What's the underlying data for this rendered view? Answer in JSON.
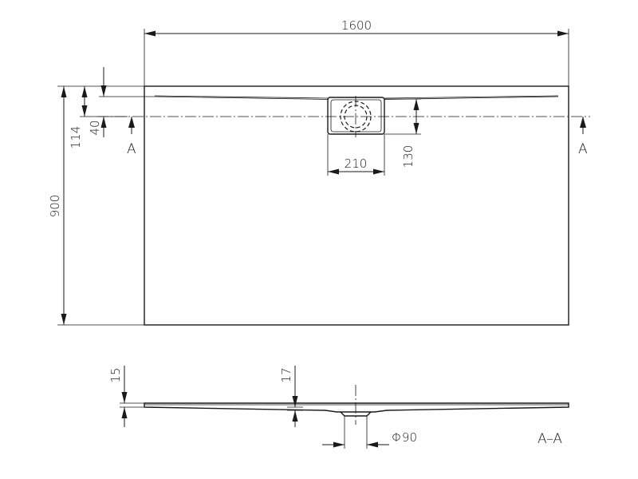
{
  "dimensions": {
    "length": "1600",
    "width": "900",
    "offset_outer": "114",
    "offset_inner": "40",
    "drain_width": "210",
    "drain_height": "130",
    "edge_height": "15",
    "center_height": "17",
    "drain_diameter": "Φ90"
  },
  "section_marks": {
    "left": "A",
    "right": "A",
    "section_label": "A–A"
  }
}
